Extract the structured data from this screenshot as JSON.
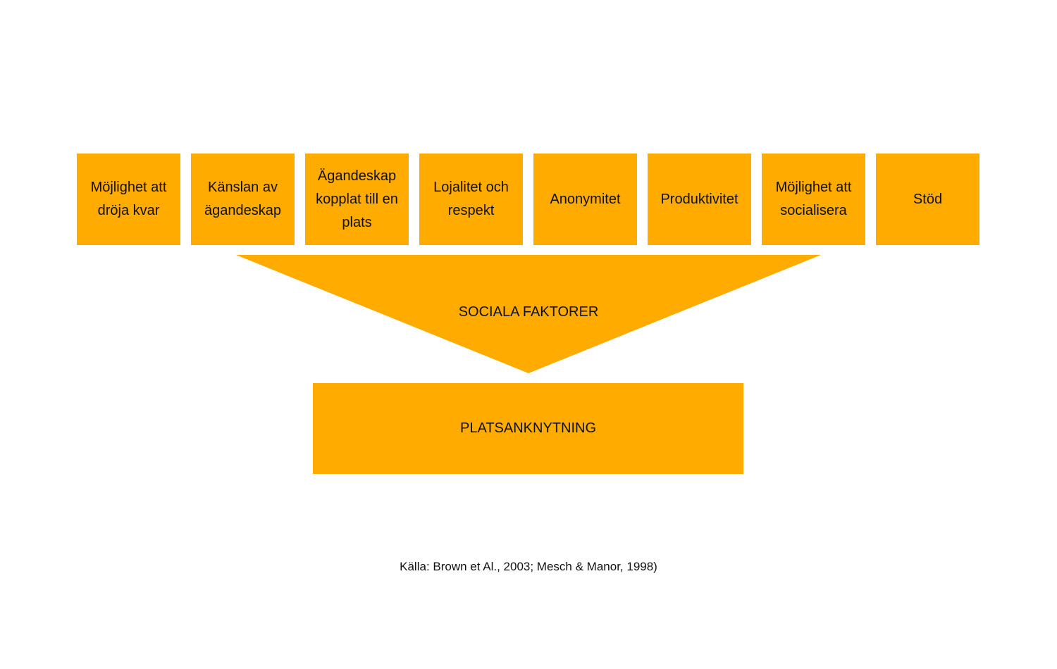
{
  "diagram": {
    "fill_color": "#FFAB00",
    "text_color": "#111111",
    "factors": [
      {
        "label": "Möjlighet att dröja kvar"
      },
      {
        "label": "Känslan av ägandeskap"
      },
      {
        "label": "Ägandeskap kopplat till en plats"
      },
      {
        "label": "Lojalitet och respekt"
      },
      {
        "label": "Anonymitet"
      },
      {
        "label": "Produktivitet"
      },
      {
        "label": "Möjlighet att socialisera"
      },
      {
        "label": "Stöd"
      }
    ],
    "funnel_label": "SOCIALA FAKTORER",
    "result_label": "PLATSANKNYTNING",
    "source": "Källa: Brown et Al., 2003; Mesch & Manor, 1998)"
  }
}
